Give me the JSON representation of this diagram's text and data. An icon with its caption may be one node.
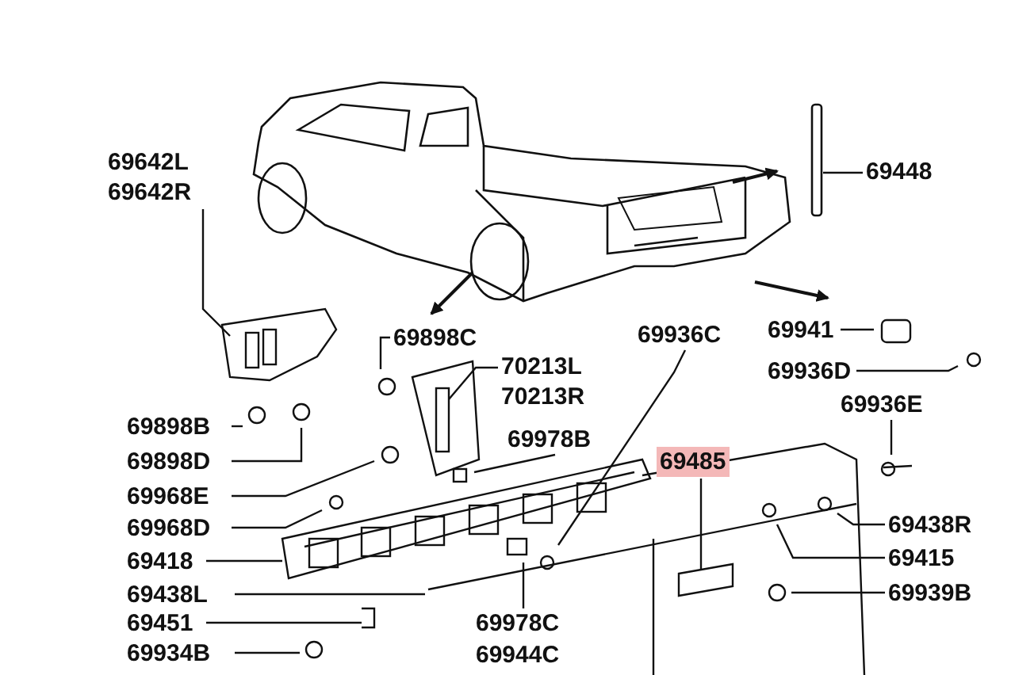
{
  "diagram": {
    "nodes": [
      {
        "text": [
          "69642L",
          "69642R"
        ]
      },
      {
        "text": [
          "69898C"
        ]
      },
      {
        "text": [
          "70213L",
          "70213R"
        ]
      },
      {
        "text": [
          "69936C"
        ]
      },
      {
        "text": [
          "69448"
        ]
      },
      {
        "text": [
          "69941"
        ]
      },
      {
        "text": [
          "69936D"
        ]
      },
      {
        "text": [
          "69936E"
        ]
      },
      {
        "text": [
          "69898B"
        ]
      },
      {
        "text": [
          "69898D"
        ]
      },
      {
        "text": [
          "69968E"
        ]
      },
      {
        "text": [
          "69968D"
        ]
      },
      {
        "text": [
          "69418"
        ]
      },
      {
        "text": [
          "69978B"
        ]
      },
      {
        "text": [
          "69485"
        ]
      },
      {
        "text": [
          "69438R"
        ]
      },
      {
        "text": [
          "69415"
        ]
      },
      {
        "text": [
          "69939B"
        ]
      },
      {
        "text": [
          "69438L"
        ]
      },
      {
        "text": [
          "69451"
        ]
      },
      {
        "text": [
          "69978C"
        ]
      },
      {
        "text": [
          "69934B"
        ]
      },
      {
        "text": [
          "69944C"
        ]
      }
    ],
    "edges": [
      {
        "from": 0,
        "to": null,
        "arrow": "none"
      },
      {
        "from": 1,
        "to": null,
        "arrow": "none"
      },
      {
        "from": 2,
        "to": null,
        "arrow": "none"
      },
      {
        "from": 3,
        "to": null,
        "arrow": "none"
      },
      {
        "from": 4,
        "to": null,
        "arrow": "none"
      },
      {
        "from": 5,
        "to": null,
        "arrow": "none"
      },
      {
        "from": 6,
        "to": null,
        "arrow": "none"
      },
      {
        "from": 7,
        "to": null,
        "arrow": "none"
      },
      {
        "from": 8,
        "to": null,
        "arrow": "none"
      },
      {
        "from": 9,
        "to": null,
        "arrow": "none"
      },
      {
        "from": 10,
        "to": null,
        "arrow": "none"
      },
      {
        "from": 11,
        "to": null,
        "arrow": "none"
      },
      {
        "from": 12,
        "to": null,
        "arrow": "none"
      },
      {
        "from": 13,
        "to": null,
        "arrow": "none"
      },
      {
        "from": 14,
        "to": null,
        "arrow": "none"
      },
      {
        "from": 15,
        "to": null,
        "arrow": "none"
      },
      {
        "from": 16,
        "to": null,
        "arrow": "none"
      },
      {
        "from": 17,
        "to": null,
        "arrow": "none"
      },
      {
        "from": 18,
        "to": null,
        "arrow": "none"
      },
      {
        "from": 19,
        "to": null,
        "arrow": "none"
      },
      {
        "from": 20,
        "to": null,
        "arrow": "none"
      },
      {
        "from": 21,
        "to": null,
        "arrow": "none"
      }
    ]
  }
}
